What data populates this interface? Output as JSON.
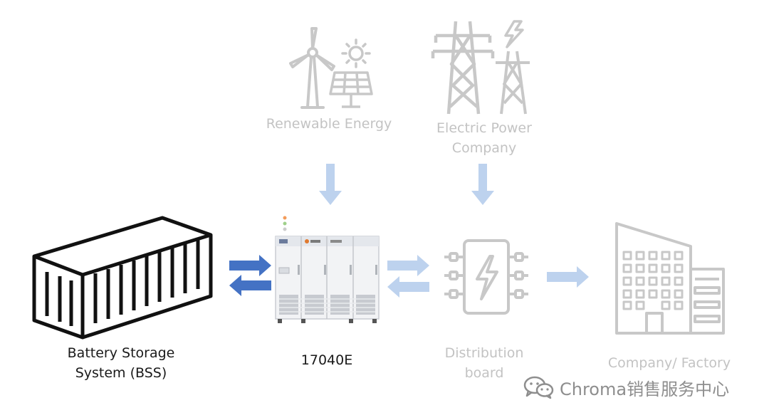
{
  "nodes": {
    "renewable": {
      "label": "Renewable Energy"
    },
    "grid": {
      "lines": [
        "Electric Power",
        "Company"
      ]
    },
    "bss": {
      "lines": [
        "Battery Storage",
        "System (BSS)"
      ]
    },
    "device": {
      "label": "17040E"
    },
    "distribution": {
      "lines": [
        "Distribution",
        "board"
      ]
    },
    "factory": {
      "label": "Company/ Factory"
    }
  },
  "watermark": {
    "text": "Chroma销售服务中心"
  },
  "colors": {
    "faded_gray": "#c8c8c8",
    "dark": "#1a1a1a",
    "arrow_strong": "#4472c4",
    "arrow_light": "#bdd2ee"
  },
  "icons": {
    "renewable": [
      "wind-turbine-icon",
      "sun-icon",
      "solar-panel-icon"
    ],
    "grid": [
      "transmission-tower-icon",
      "lightning-bolt-icon"
    ],
    "distribution": "distribution-board-icon",
    "factory": "factory-building-icon",
    "bss": "shipping-container-icon",
    "device": "power-cabinet-icon",
    "watermark": "wechat-icon"
  }
}
